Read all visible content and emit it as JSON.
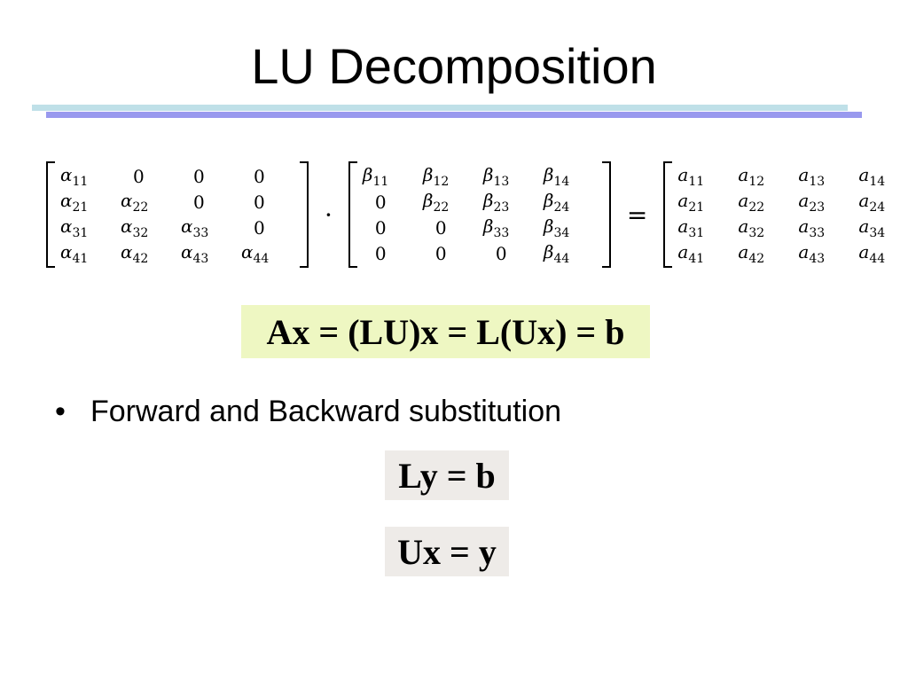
{
  "slide": {
    "title": "LU Decomposition",
    "matrix_equation": {
      "L": [
        [
          "α11",
          "0",
          "0",
          "0"
        ],
        [
          "α21",
          "α22",
          "0",
          "0"
        ],
        [
          "α31",
          "α32",
          "α33",
          "0"
        ],
        [
          "α41",
          "α42",
          "α43",
          "α44"
        ]
      ],
      "U": [
        [
          "β11",
          "β12",
          "β13",
          "β14"
        ],
        [
          "0",
          "β22",
          "β23",
          "β24"
        ],
        [
          "0",
          "0",
          "β33",
          "β34"
        ],
        [
          "0",
          "0",
          "0",
          "β44"
        ]
      ],
      "A": [
        [
          "a11",
          "a12",
          "a13",
          "a14"
        ],
        [
          "a21",
          "a22",
          "a23",
          "a24"
        ],
        [
          "a31",
          "a32",
          "a33",
          "a34"
        ],
        [
          "a41",
          "a42",
          "a43",
          "a44"
        ]
      ],
      "multiply_symbol": "·",
      "equals_symbol": "="
    },
    "main_equation": "Ax = (LU)x = L(Ux) = b",
    "bullet_marker": "•",
    "bullet_text": "Forward and Backward substitution",
    "forward_equation": "Ly = b",
    "backward_equation": "Ux = y",
    "colors": {
      "rule_top": "#bfe0e8",
      "rule_bottom": "#9999ee",
      "main_equation_bg": "#eef7c2",
      "substitution_bg": "#eeebe8"
    }
  }
}
